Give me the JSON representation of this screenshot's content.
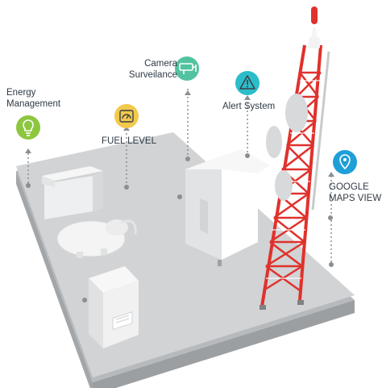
{
  "labels": {
    "energy_line1": "Energy",
    "energy_line2": "Management",
    "camera_line1": "Camera",
    "camera_line2": "Surveilance",
    "fuel": "FUEL LEVEL",
    "alert": "Alert System",
    "gmaps_line1": "GOOGLE",
    "gmaps_line2": "MAPS VIEW"
  },
  "colors": {
    "energy": "#8dc63f",
    "fuel": "#f2c94c",
    "camera": "#52c3a0",
    "alert": "#2bbdc9",
    "gmaps": "#1e9fd8",
    "tower_red": "#e0312c",
    "platform": "#c9cccf"
  },
  "icons": {
    "energy": "lightbulb-icon",
    "fuel": "fuel-gauge-icon",
    "camera": "cctv-camera-icon",
    "alert": "warning-icon",
    "gmaps": "map-pin-icon"
  }
}
